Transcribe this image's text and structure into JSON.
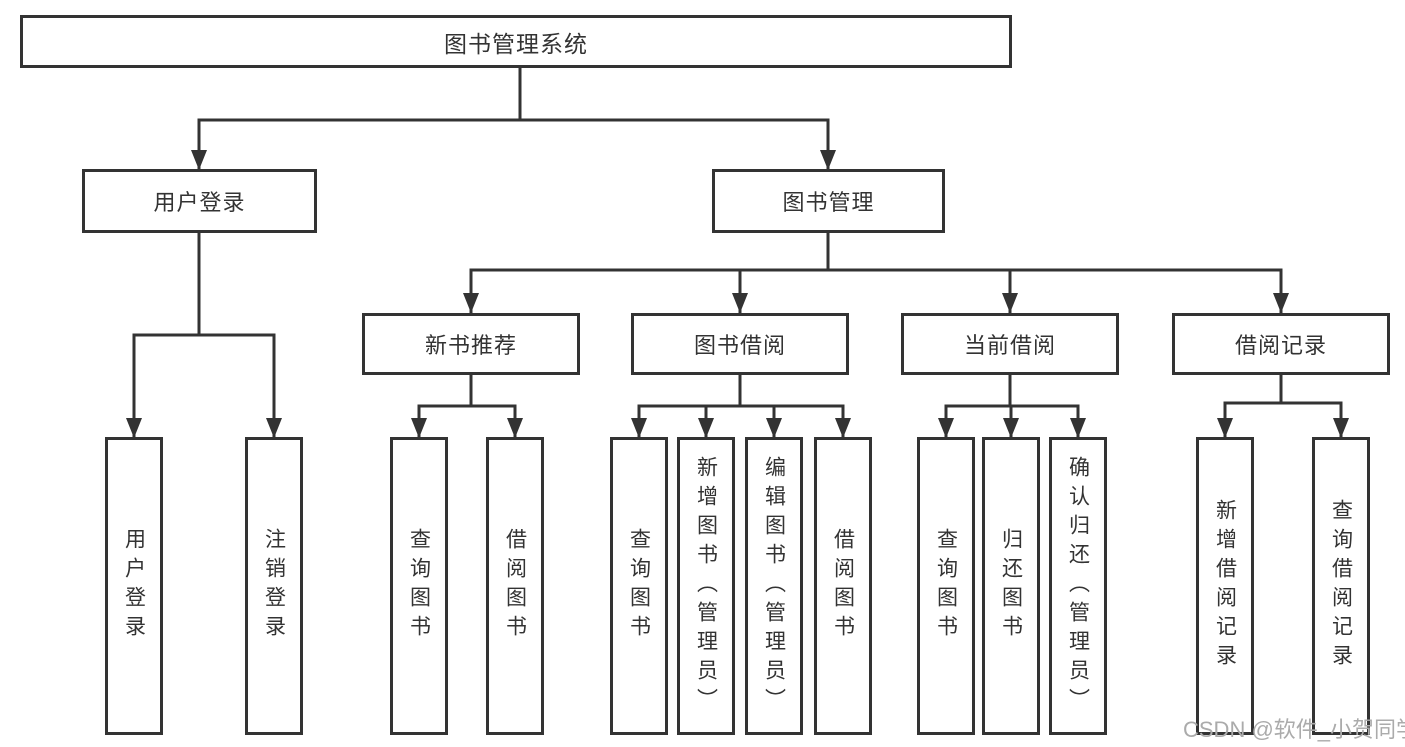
{
  "diagram": {
    "root": {
      "label": "图书管理系统"
    },
    "user_login": {
      "label": "用户登录",
      "children": [
        {
          "label": "用户登录"
        },
        {
          "label": "注销登录"
        }
      ]
    },
    "book_mgmt": {
      "label": "图书管理",
      "sections": [
        {
          "label": "新书推荐",
          "children": [
            {
              "label": "查询图书"
            },
            {
              "label": "借阅图书"
            }
          ]
        },
        {
          "label": "图书借阅",
          "children": [
            {
              "label": "查询图书"
            },
            {
              "label": "新增图书（管理员）"
            },
            {
              "label": "编辑图书（管理员）"
            },
            {
              "label": "借阅图书"
            }
          ]
        },
        {
          "label": "当前借阅",
          "children": [
            {
              "label": "查询图书"
            },
            {
              "label": "归还图书"
            },
            {
              "label": "确认归还（管理员）"
            }
          ]
        },
        {
          "label": "借阅记录",
          "children": [
            {
              "label": "新增借阅记录"
            },
            {
              "label": "查询借阅记录"
            }
          ]
        }
      ]
    }
  },
  "watermark": {
    "text": "CSDN @软件_小贺同学"
  },
  "colors": {
    "line": "#333333",
    "box_border": "#333333",
    "text": "#333333",
    "watermark": "#ababab",
    "background": "#ffffff"
  }
}
